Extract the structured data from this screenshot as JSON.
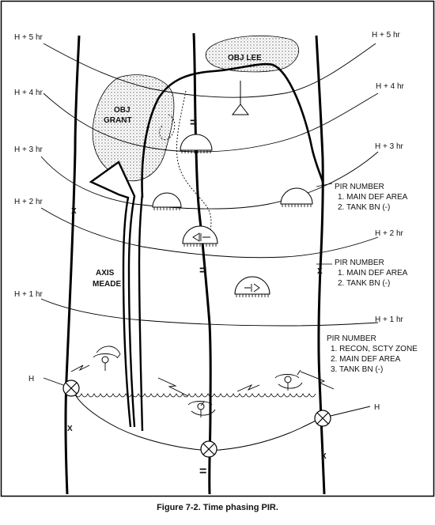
{
  "time_labels_left": [
    "H + 5 hr",
    "H + 4 hr",
    "H + 3 hr",
    "H + 2 hr",
    "H + 1 hr"
  ],
  "time_labels_right": [
    "H + 5 hr",
    "H + 4 hr",
    "H + 3 hr",
    "H + 2 hr",
    "H + 1 hr"
  ],
  "objectives": {
    "lee": "OBJ LEE",
    "grant_line1": "OBJ",
    "grant_line2": "GRANT"
  },
  "axis": {
    "line1": "AXIS",
    "line2": "MEADE"
  },
  "pir_blocks": [
    {
      "title": "PIR NUMBER",
      "items": [
        "1.  MAIN DEF AREA",
        "2.  TANK BN (-)"
      ]
    },
    {
      "title": "PIR NUMBER",
      "items": [
        "1.  MAIN DEF AREA",
        "2.  TANK BN (-)"
      ]
    },
    {
      "title": "PIR NUMBER",
      "items": [
        "1.  RECON, SCTY ZONE",
        "2.  MAIN DEF AREA",
        "3.  TANK BN (-)"
      ]
    }
  ],
  "boundary_marks": {
    "left_top": "X",
    "left_bottom": "X",
    "right_top": "X",
    "right_bottom": "X",
    "center": "="
  },
  "checkpoint_labels": {
    "left": "H",
    "right": "H"
  },
  "caption": "Figure 7-2.  Time phasing PIR."
}
